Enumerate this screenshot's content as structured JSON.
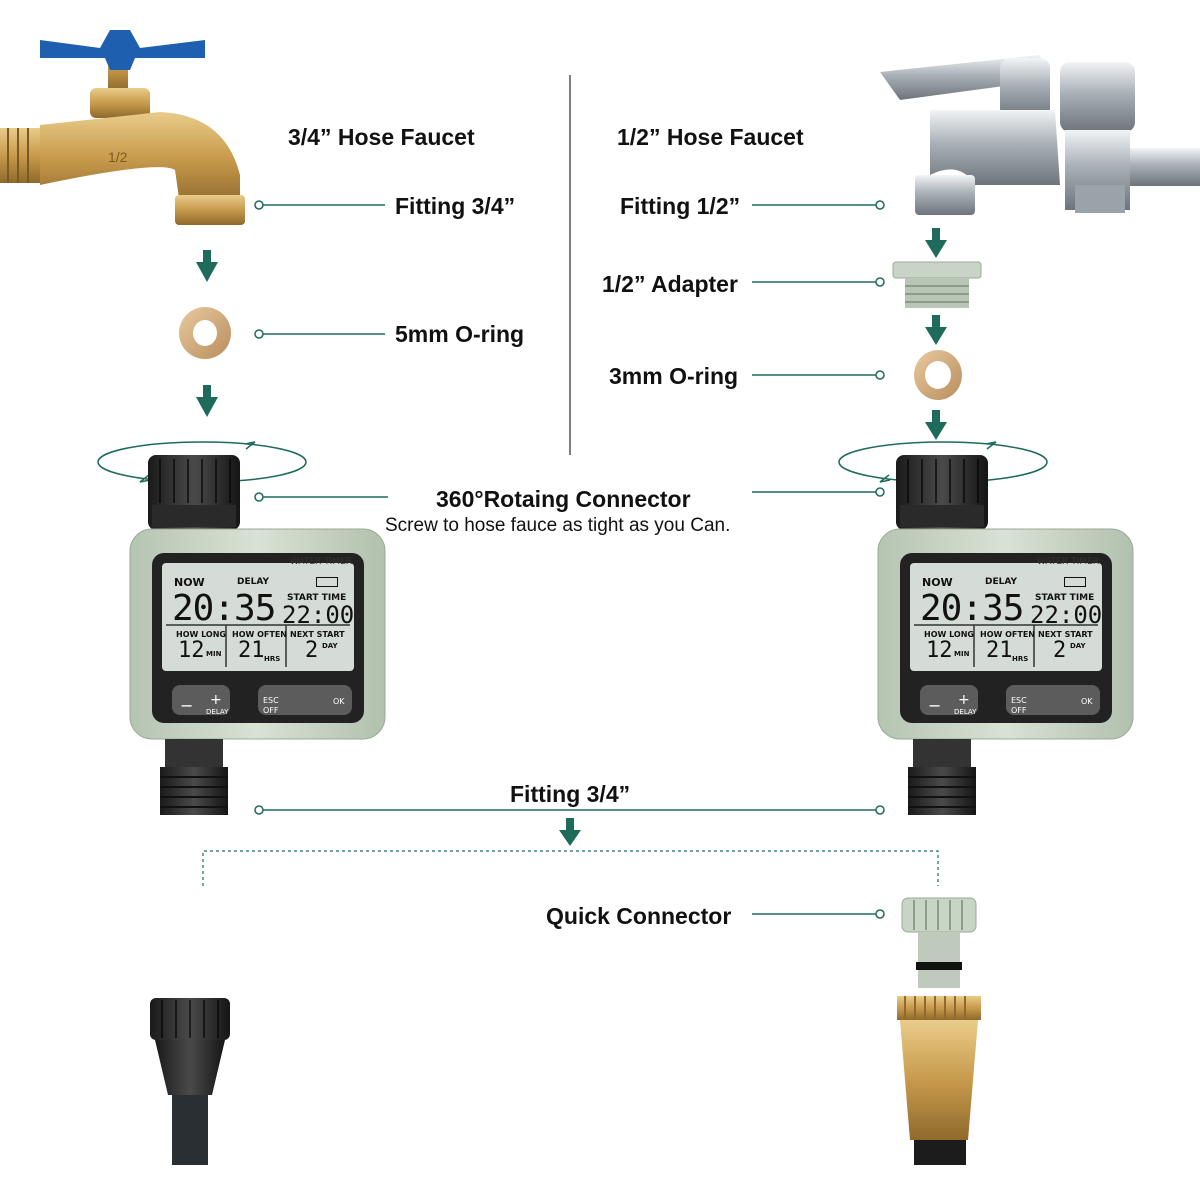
{
  "left_header": "3/4” Hose Faucet",
  "right_header": "1/2” Hose Faucet",
  "labels": {
    "fitting_left": "Fitting 3/4”",
    "oring_left": "5mm O-ring",
    "fitting_right": "Fitting 1/2”",
    "adapter_right": "1/2” Adapter",
    "oring_right": "3mm O-ring",
    "connector_title": "360°Rotaing Connector",
    "connector_sub": "Screw to hose fauce as tight as you Can.",
    "fitting_bottom": "Fitting 3/4”",
    "quick_connector": "Quick Connector"
  },
  "faucet_left_marking": "1/2",
  "timer": {
    "brand": "WATER TIMER",
    "now_label": "NOW",
    "delay_label": "DELAY",
    "clock": "20:35",
    "start_label": "START TIME",
    "start_time": "22:00",
    "how_long_label": "HOW LONG",
    "how_long": "12",
    "how_long_unit": "MIN",
    "how_often_label": "HOW OFTEN",
    "how_often": "21",
    "how_often_unit": "HRS",
    "next_start_label": "NEXT START",
    "next_start": "2",
    "next_start_unit": "DAY",
    "minus": "−",
    "plus": "+",
    "delay_btn": "DELAY",
    "esc": "ESC",
    "off": "OFF",
    "ok": "OK"
  },
  "colors": {
    "accent": "#1e6b5c",
    "timer_body": "#c9d6c6",
    "lcd": "#d7dcd8",
    "brass": "#c9a25a",
    "chrome": "#b8bec4"
  }
}
